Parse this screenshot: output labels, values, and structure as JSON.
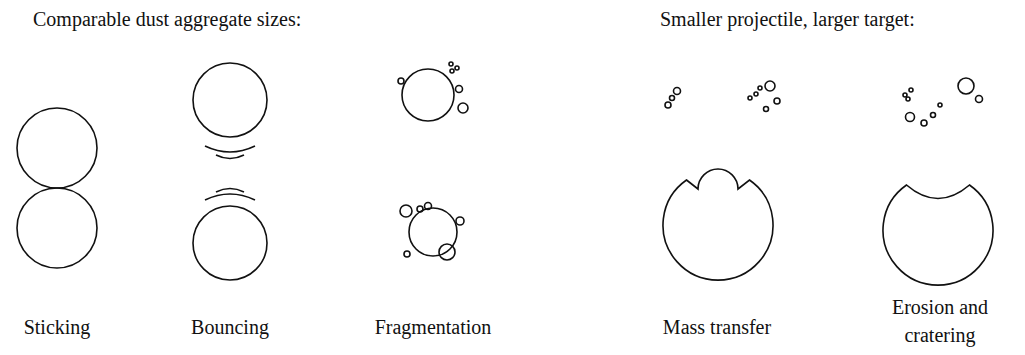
{
  "diagram": {
    "labels": [
      "Comparable dust aggregate sizes:",
      "Smaller projectile, larger target:",
      "Sticking",
      "Bouncing",
      "Fragmentation",
      "Mass transfer",
      "Erosion and cratering"
    ]
  }
}
